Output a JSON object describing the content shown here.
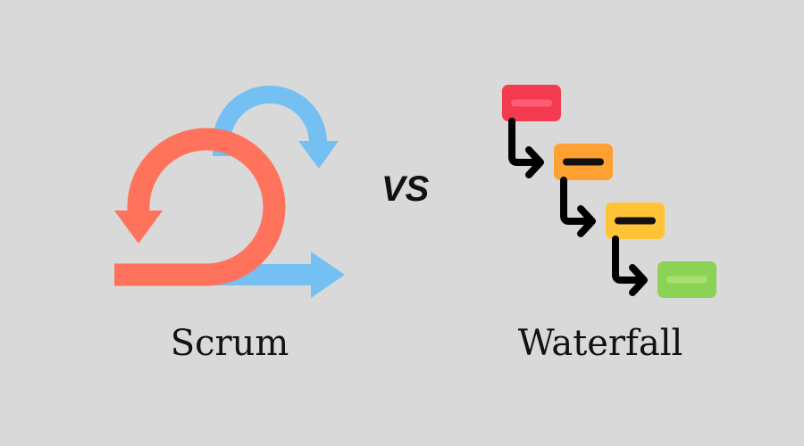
{
  "scrum": {
    "label": "Scrum"
  },
  "vs": {
    "label": "VS"
  },
  "waterfall": {
    "label": "Waterfall",
    "steps": 4
  },
  "colors": {
    "background": "#d9d9d9",
    "scrum_blue": "#74c0f3",
    "scrum_red": "#ff735c",
    "step1": "#f43a4f",
    "step2": "#ffa033",
    "step3": "#ffc335",
    "step4": "#8cd255"
  }
}
